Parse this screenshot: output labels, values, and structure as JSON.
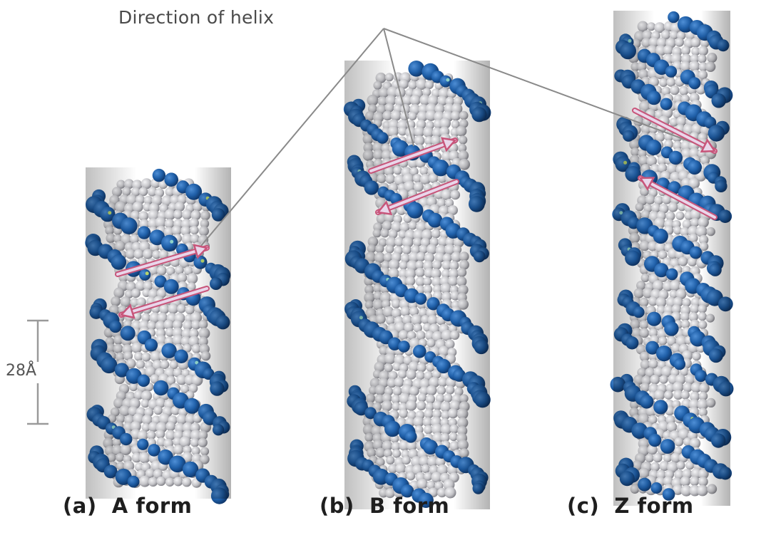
{
  "labels": {
    "direction_of_helix": "Direction of helix",
    "scale": "28Å"
  },
  "captions": [
    {
      "letter": "(a)",
      "name": "A form"
    },
    {
      "letter": "(b)",
      "name": "B form"
    },
    {
      "letter": "(c)",
      "name": "Z form"
    }
  ],
  "colors": {
    "backbone_blue": "#1f5fa8",
    "backbone_blue_dark": "#123f78",
    "base_grey": "#c9c9cc",
    "base_grey_dark": "#8e8e94",
    "arrow": "#c8557a",
    "arrow_fill": "#e9d6ea",
    "leader_line": "#8a8a8a",
    "scale_bar": "#9a9a9a"
  }
}
